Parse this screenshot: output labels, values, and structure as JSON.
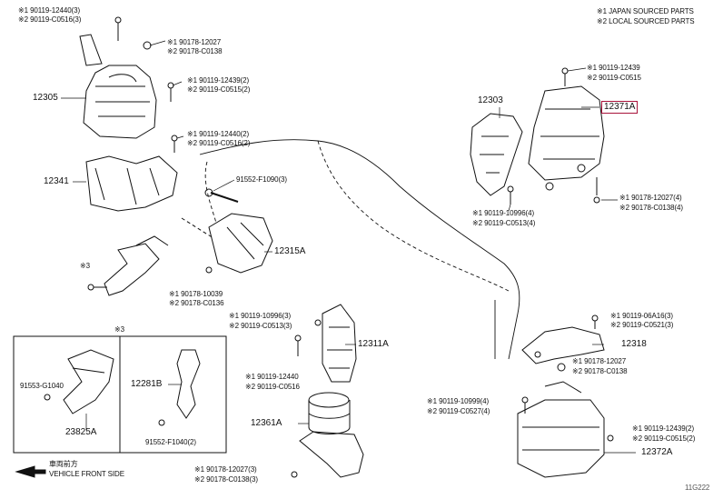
{
  "legend": {
    "jp": "※1 JAPAN SOURCED PARTS",
    "local": "※2 LOCAL SOURCED PARTS"
  },
  "parts": {
    "p12305": "12305",
    "p12341": "12341",
    "p12315A": "12315A",
    "p12303": "12303",
    "p12371A": "12371A",
    "p12318": "12318",
    "p12311A": "12311A",
    "p12361A": "12361A",
    "p12372A": "12372A",
    "p12281B": "12281B",
    "p23825A": "23825A"
  },
  "callouts": {
    "c1a": "※1 90119-12440(3)",
    "c1b": "※2 90119-C0516(3)",
    "c2a": "※1 90178-12027",
    "c2b": "※2 90178-C0138",
    "c3a": "※1 90119-12439(2)",
    "c3b": "※2 90119-C0515(2)",
    "c4a": "※1 90119-12440(2)",
    "c4b": "※2 90119-C0516(2)",
    "c5": "91552-F1090(3)",
    "c6a": "※1 90178-10039",
    "c6b": "※2 90178-C0136",
    "c7a": "※1 90119-12439",
    "c7b": "※2 90119-C0515",
    "c8a": "※1 90178-12027(4)",
    "c8b": "※2 90178-C0138(4)",
    "c9a": "※1 90119-10996(4)",
    "c9b": "※2 90119-C0513(4)",
    "c10a": "※1 90119-10996(3)",
    "c10b": "※2 90119-C0513(3)",
    "c11a": "※1 90119-12440",
    "c11b": "※2 90119-C0516",
    "c12a": "※1 90119-06A16(3)",
    "c12b": "※2 90119-C0521(3)",
    "c13a": "※1 90178-12027",
    "c13b": "※2 90178-C0138",
    "c14a": "※1 90119-10999(4)",
    "c14b": "※2 90119-C0527(4)",
    "c15a": "※1 90119-12439(2)",
    "c15b": "※2 90119-C0515(2)",
    "c16a": "※1 90178-12027(3)",
    "c16b": "※2 90178-C0138(3)",
    "c17": "91553-G1040",
    "c18": "91552-F1040(2)",
    "n3a": "※3",
    "n3b": "※3"
  },
  "front": {
    "jp": "車両前方",
    "en": "VEHICLE FRONT SIDE"
  },
  "diagram_code": "11G222",
  "colors": {
    "highlight": "#a8123a",
    "ink": "#111111"
  }
}
